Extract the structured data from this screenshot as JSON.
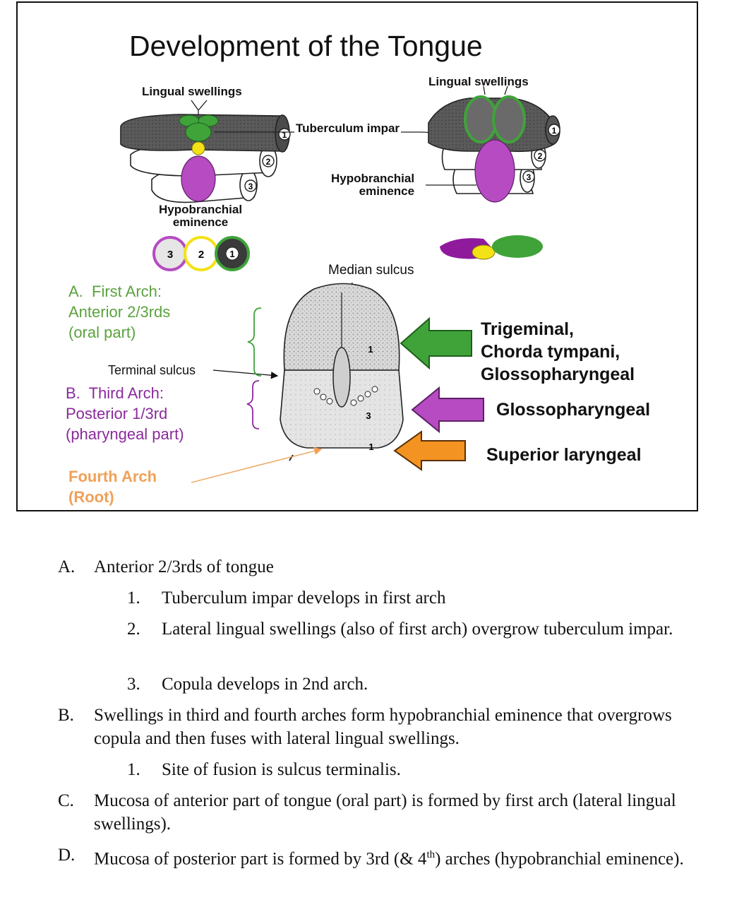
{
  "slide": {
    "title": "Development of the Tongue",
    "labels": {
      "lingual_swellings_left": "Lingual swellings",
      "lingual_swellings_right": "Lingual swellings",
      "tuberculum_impar": "Tuberculum impar",
      "hypobranchial_left_line1": "Hypobranchial",
      "hypobranchial_left_line2": "eminence",
      "hypobranchial_right_line1": "Hypobranchial",
      "hypobranchial_right_line2": "eminence",
      "median_sulcus": "Median sulcus",
      "terminal_sulcus": "Terminal sulcus"
    },
    "arch_numbers": [
      "1",
      "2",
      "3"
    ],
    "arches": {
      "first": "A.  First Arch:\nAnterior 2/3rds\n(oral part)",
      "third": "B.  Third Arch:\nPosterior 1/3rd\n(pharyngeal part)",
      "fourth": "Fourth Arch\n(Root)"
    },
    "nerves": {
      "first": "Trigeminal,\nChorda tympani,\nGlossopharyngeal",
      "third": "Glossopharyngeal",
      "fourth": "Superior laryngeal"
    },
    "colors": {
      "first_arch": "#3fa33a",
      "second_arch": "#f2e216",
      "third_arch": "#b64bc2",
      "fourth_arch": "#f39322",
      "dark_arch": "#3c3c3c",
      "text_green": "#5ba23e",
      "text_purple": "#8b2a9c",
      "text_orange": "#f0a158"
    }
  },
  "notes": {
    "A": {
      "marker": "A.",
      "text": "Anterior 2/3rds of tongue"
    },
    "A1": {
      "marker": "1.",
      "text": "Tuberculum impar develops in first arch"
    },
    "A2": {
      "marker": "2.",
      "text": "Lateral lingual swellings (also of first arch) overgrow tuberculum impar."
    },
    "A3": {
      "marker": "3.",
      "text": "Copula develops in 2nd arch."
    },
    "B": {
      "marker": "B.",
      "text": "Swellings in third and fourth arches form hypobranchial eminence that overgrows copula and then fuses with lateral lingual swellings."
    },
    "B1": {
      "marker": "1.",
      "text": "Site of fusion is sulcus terminalis."
    },
    "C": {
      "marker": "C.",
      "text": "Mucosa of anterior part of tongue (oral part) is formed by first arch (lateral lingual swellings)."
    },
    "D": {
      "marker": "D.",
      "text_before": "Mucosa of posterior part is formed by 3rd (& 4",
      "superscript": "th",
      "text_after": ") arches (hypobranchial eminence)."
    }
  }
}
